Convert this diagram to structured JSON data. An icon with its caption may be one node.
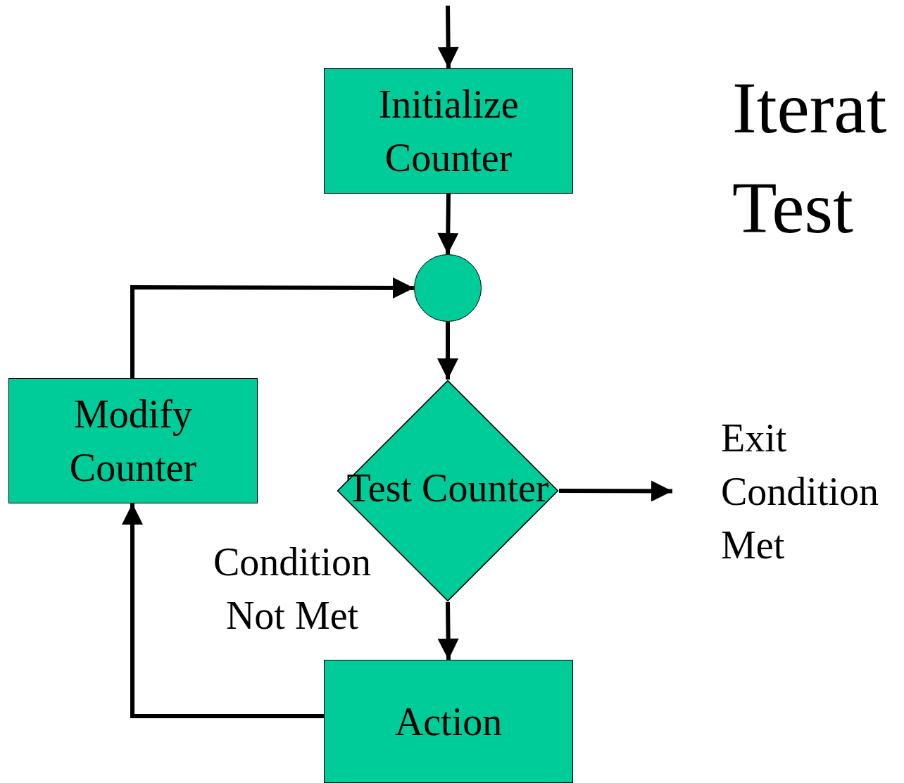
{
  "diagram": {
    "title": "Iterat Test",
    "nodes": [
      {
        "text": [
          "Initialize Counter"
        ]
      },
      {
        "text": [],
        "shape": "circle"
      },
      {
        "text": [
          "Test Counter"
        ]
      },
      {
        "text": [
          "Modify Counter"
        ]
      },
      {
        "text": [
          "Action"
        ]
      },
      {
        "text": [
          "Exit Condition Met"
        ]
      }
    ],
    "edges": [
      {
        "from": null,
        "to": 0,
        "arrow": "to"
      },
      {
        "from": 0,
        "to": 1,
        "arrow": "to"
      },
      {
        "from": 1,
        "to": 2,
        "arrow": "to"
      },
      {
        "from": 2,
        "to": 5,
        "arrow": "to"
      },
      {
        "from": 2,
        "to": 4,
        "arrow": "to"
      },
      {
        "from": 4,
        "to": 3,
        "arrow": "to"
      },
      {
        "from": 3,
        "to": 1,
        "arrow": "to"
      }
    ],
    "labels": [
      "Condition Not Met"
    ]
  }
}
